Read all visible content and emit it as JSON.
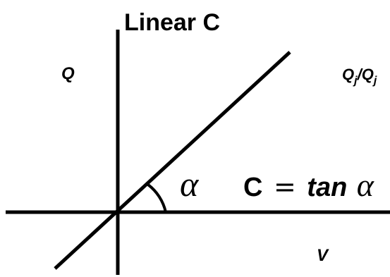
{
  "title": "Linear C",
  "y_axis_label": "Q",
  "x_axis_label": "V",
  "corner_label": {
    "prefix": "Q",
    "prefix_sub": "j",
    "separator": "/Q",
    "suffix_sub": "j"
  },
  "angle_symbol": "α",
  "equation": {
    "lhs": "C",
    "operator": "=",
    "function": "tan",
    "argument": "α"
  },
  "colors": {
    "line": "#000000",
    "text": "#000000",
    "background": "#ffffff"
  }
}
